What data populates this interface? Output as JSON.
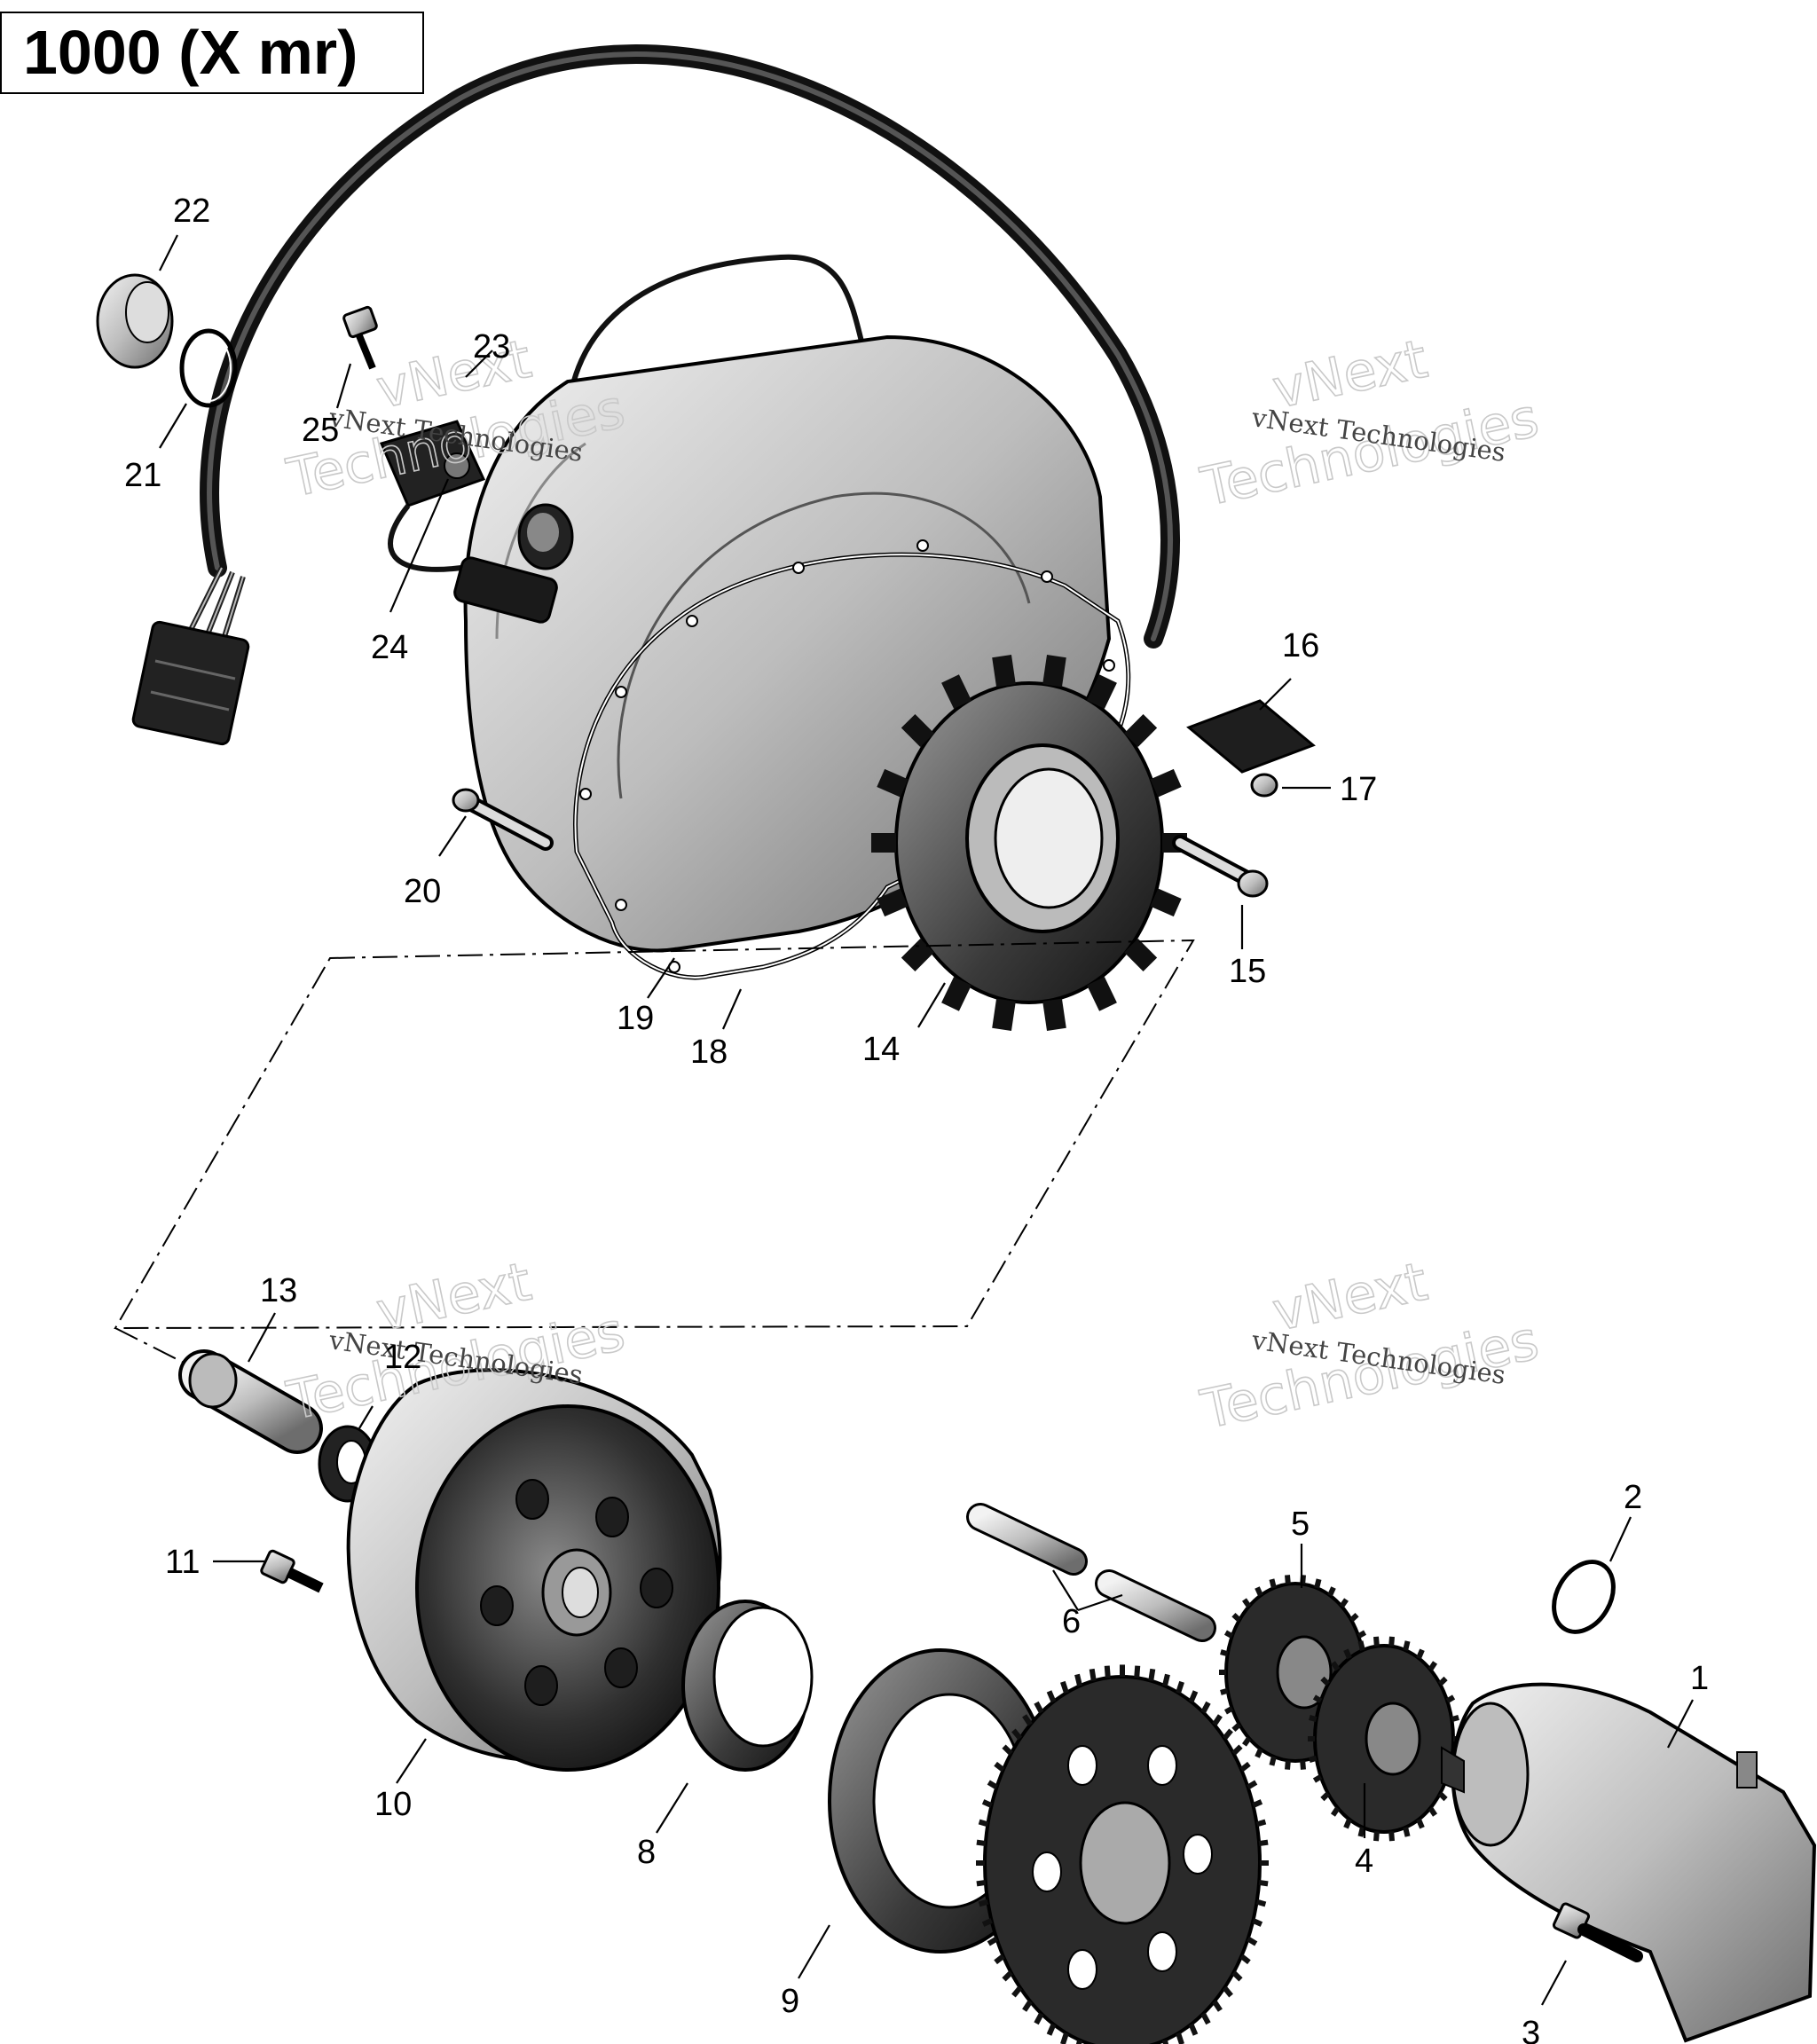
{
  "title": "1000 (X mr)",
  "watermark": {
    "line1": "vNext",
    "line2": "Technologies",
    "small": "vNext Technologies"
  },
  "callouts": [
    "1",
    "2",
    "3",
    "4",
    "5",
    "6",
    "8",
    "9",
    "10",
    "11",
    "12",
    "13",
    "14",
    "15",
    "16",
    "17",
    "18",
    "19",
    "20",
    "21",
    "22",
    "23",
    "24",
    "25"
  ]
}
